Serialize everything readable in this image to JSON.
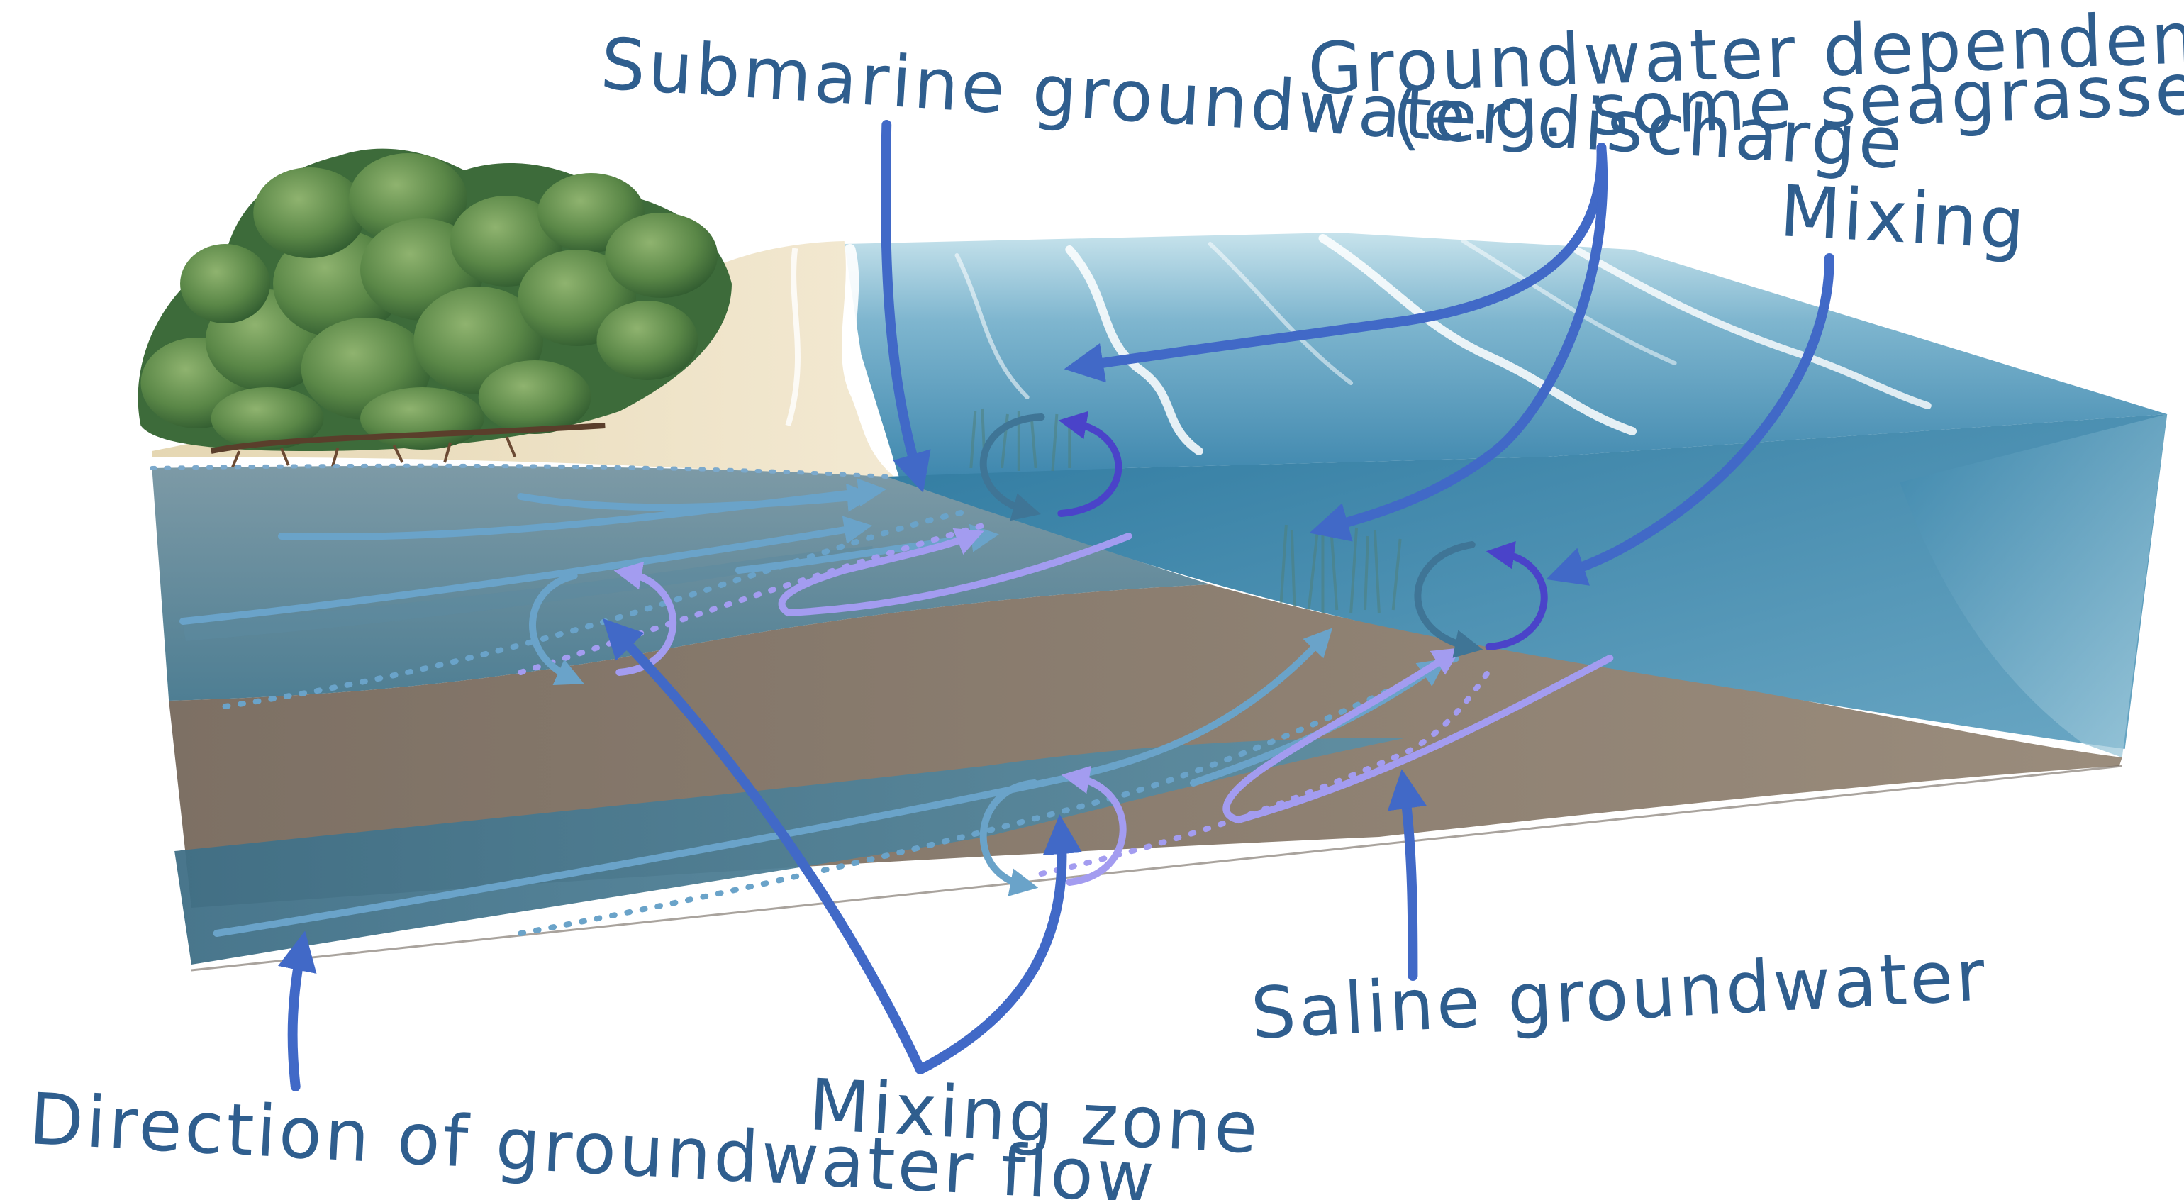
{
  "labels": {
    "submarine_discharge": "Submarine groundwater discharge",
    "dependent_species_line1": "Groundwater dependent species",
    "dependent_species_line2": "(e.g. some seagrasses)",
    "mixing": "Mixing",
    "saline_groundwater": "Saline groundwater",
    "direction_of_flow": "Direction of groundwater flow",
    "mixing_zone": "Mixing zone"
  },
  "colors": {
    "label_text": "#2f5e8e",
    "pointer_arrow": "#4169c7",
    "fresh_flow": "#6aa3c9",
    "saline_flow": "#a39cf0",
    "mixing_dark": "#4a43c9",
    "sand": "#ecdcb8",
    "aquifer_water": "#4f7f95",
    "sediment": "#8a7d70",
    "sea_deep": "#2c7398",
    "vegetation": "#4f7d43"
  },
  "icons": {
    "vegetation": "mangrove-tree-canopy-icon",
    "flow_arrow": "flow-arrow-icon",
    "mixing": "circular-mixing-arrow-icon"
  }
}
